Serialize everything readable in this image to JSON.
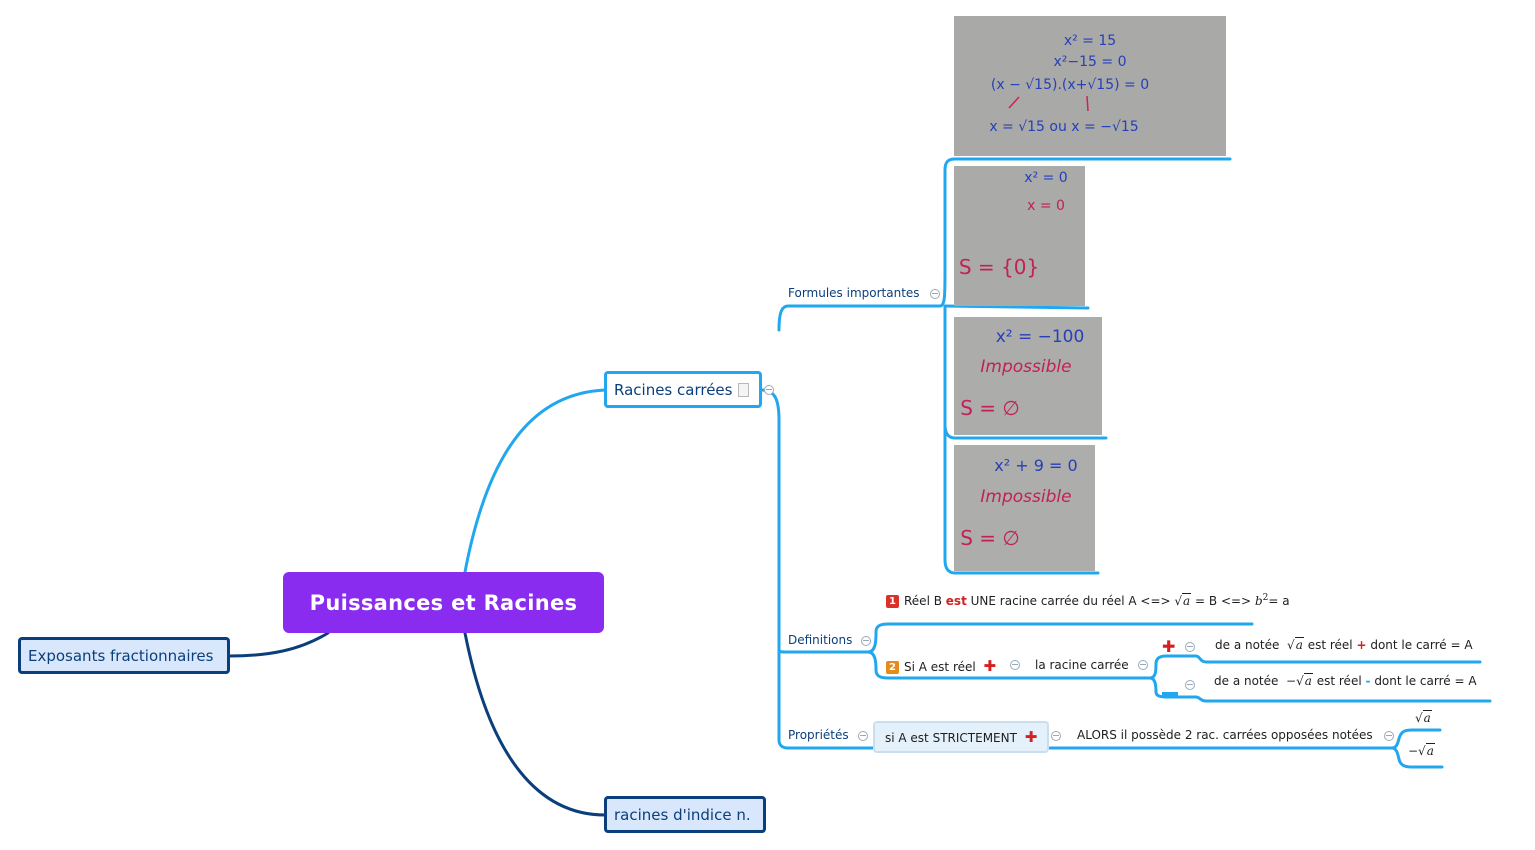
{
  "central": {
    "title": "Puissances et Racines"
  },
  "branches": {
    "racines_carrees": "Racines carrées",
    "exposants": "Exposants fractionnaires",
    "indice_n": "racines d'indice n."
  },
  "formules": {
    "label": "Formules importantes",
    "images": [
      {
        "lines": [
          "x² = 15",
          "x²−15 = 0",
          "(x − √15).(x+√15) = 0",
          "x = √15 ou x = −√15"
        ]
      },
      {
        "lines": [
          "x² = 0",
          "x = 0",
          "S = {0}"
        ]
      },
      {
        "lines": [
          "x² = −100",
          "Impossible",
          "S = ∅"
        ]
      },
      {
        "lines": [
          "x² + 9 = 0",
          "Impossible",
          "S = ∅"
        ]
      }
    ]
  },
  "definitions": {
    "label": "Definitions",
    "def1": {
      "badge": "1",
      "pre": "Réel B",
      "est": "est",
      "post": "UNE racine carrée du réel A <=>",
      "sqrt": "a",
      "eq": "= B <=>",
      "b2": "b",
      "exp": "2",
      "tail": "= a"
    },
    "def2": {
      "badge": "2",
      "condition": "Si A est réel",
      "root_label": "la racine carrée",
      "plus": {
        "pre": "de a notée",
        "sqrt": "a",
        "post": "est réel",
        "tail": "dont le carré  = A"
      },
      "minus": {
        "pre": "de a notée",
        "sqrt": "a",
        "post": "est réel",
        "tail": "dont le carré  = A"
      }
    }
  },
  "proprietes": {
    "label": "Propriétés",
    "condition": "si A est STRICTEMENT",
    "alors": "ALORS il possède 2 rac. carrées opposées notées",
    "roots": {
      "pos": "a",
      "neg": "a"
    }
  },
  "colors": {
    "central": "#8a2cf0",
    "branch_dark": "#0b3f7c",
    "branch_light": "#21a7ef",
    "accent_red": "#d32020"
  }
}
